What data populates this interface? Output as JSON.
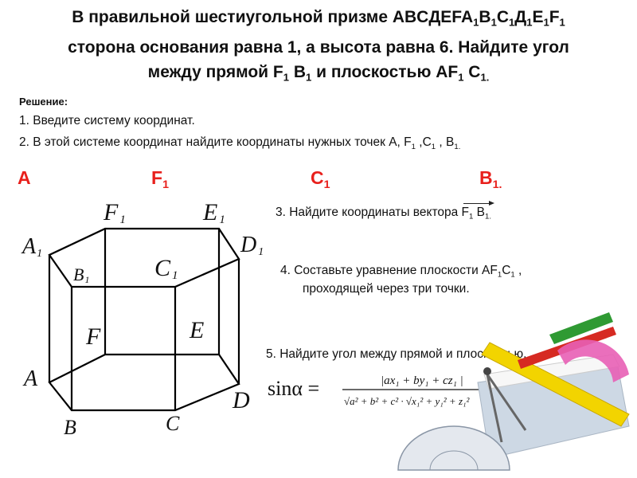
{
  "title": {
    "line1_a": "В правильной шестиугольной призме ABCДEFA",
    "s1": "1",
    "b": "B",
    "s2": "1",
    "c": "C",
    "s3": "1",
    "d": "Д",
    "s4": "1",
    "e": "E",
    "s5": "1",
    "f": "F",
    "s6": "1",
    "line2": "сторона основания равна 1, а высота равна 6. Найдите угол",
    "line3_a": "между прямой F",
    "sub_a": "1",
    "line3_b": " B",
    "sub_b": "1",
    "line3_c": "  и плоскостью AF",
    "sub_c": "1",
    "line3_d": " C",
    "sub_d": "1.",
    "line3_e": ""
  },
  "solution": {
    "heading": "Решение:",
    "step1": "1. Введите  систему координат.",
    "step2": "2. В этой системе координат найдите координаты нужных точек A, F",
    "step2_s1": "1",
    "step2_b": " ,C",
    "step2_s2": "1",
    "step2_c": " , B",
    "step2_s3": "1."
  },
  "points": {
    "a": "A",
    "f": "F",
    "f_sub": "1",
    "c": "C",
    "c_sub": "1",
    "b": "B",
    "b_sub": "1."
  },
  "steps": {
    "step3_a": "3. Найдите координаты вектора ",
    "step3_vec": "F",
    "step3_vs1": "1",
    "step3_vb": " B",
    "step3_vs2": "1.",
    "step4_a": "4. Составьте уравнение плоскости AF",
    "step4_s1": "1",
    "step4_b": "C",
    "step4_s2": "1",
    "step4_c": " ,",
    "step4_line2": "проходящей через три точки.",
    "step5": "5.  Найдите  угол между прямой и плоскостью."
  },
  "formula": {
    "lhs": "sinα =",
    "numerator": "|ax₁ + by₁ + cz₁ |",
    "denominator": "√a² + b² + c² · √x₁² + y₁² + z₁²"
  },
  "prism_labels": {
    "F1": "F",
    "F1s": "1",
    "E1": "E",
    "E1s": "1",
    "A1": "A",
    "A1s": "1",
    "D1": "D",
    "D1s": "1",
    "B1": "B",
    "B1s": "1",
    "C1": "C",
    "C1s": "1",
    "F": "F",
    "E": "E",
    "A": "A",
    "D": "D",
    "B": "B",
    "C": "C"
  }
}
